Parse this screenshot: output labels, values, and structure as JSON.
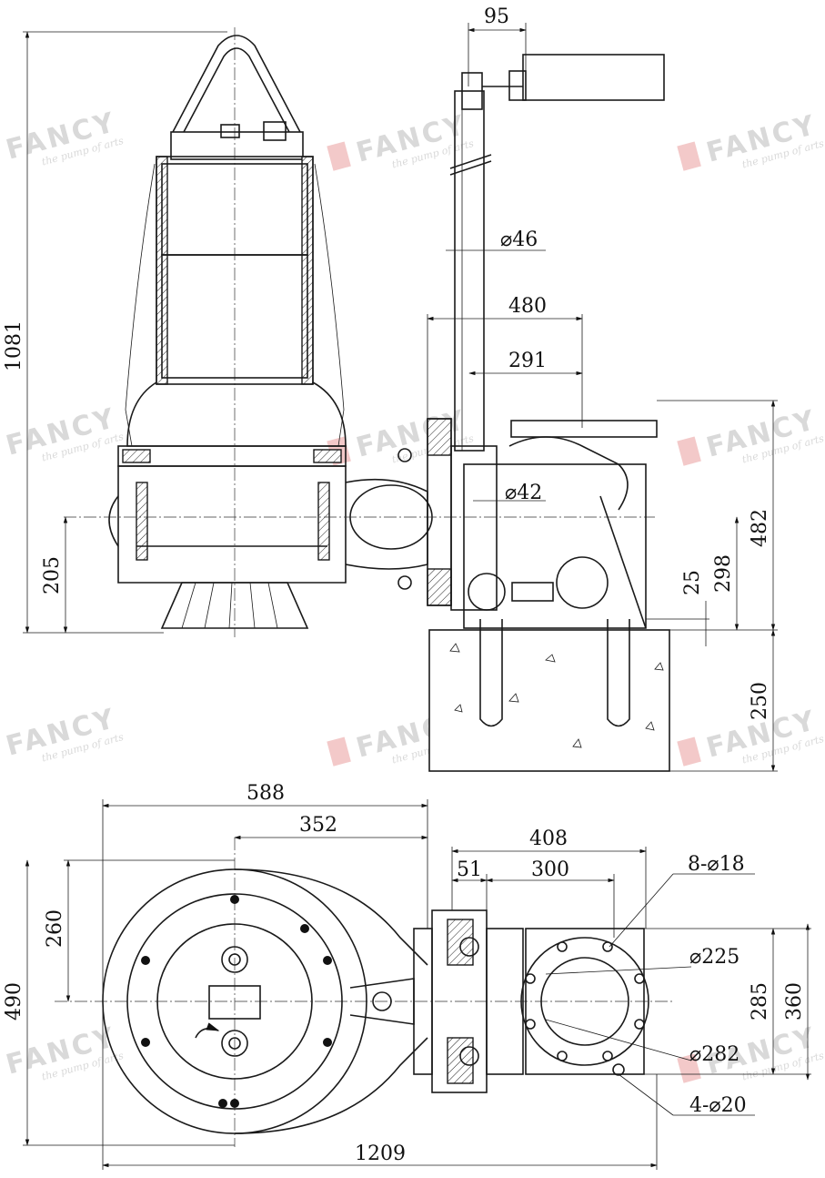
{
  "watermark": {
    "brand": "FANCY",
    "tagline": "the pump of arts",
    "flag_color": "#e8a0a0"
  },
  "dimensions": {
    "top_bracket_width": "95",
    "rail_diameter": "⌀46",
    "pump_height": "1081",
    "outlet_offset": "480",
    "rail_offset": "291",
    "bolt_diameter": "⌀42",
    "outlet_height": "482",
    "center_height_205": "205",
    "base_298": "298",
    "base_25": "25",
    "foundation_250": "250",
    "plan_width_588": "588",
    "plan_352": "352",
    "plan_408": "408",
    "plan_51": "51",
    "plan_300": "300",
    "flange_holes": "8-⌀18",
    "flange_pcd": "⌀225",
    "flange_od": "⌀282",
    "anchor_holes": "4-⌀20",
    "plan_260": "260",
    "plan_490": "490",
    "plan_285": "285",
    "plan_360": "360",
    "overall_1209": "1209"
  }
}
